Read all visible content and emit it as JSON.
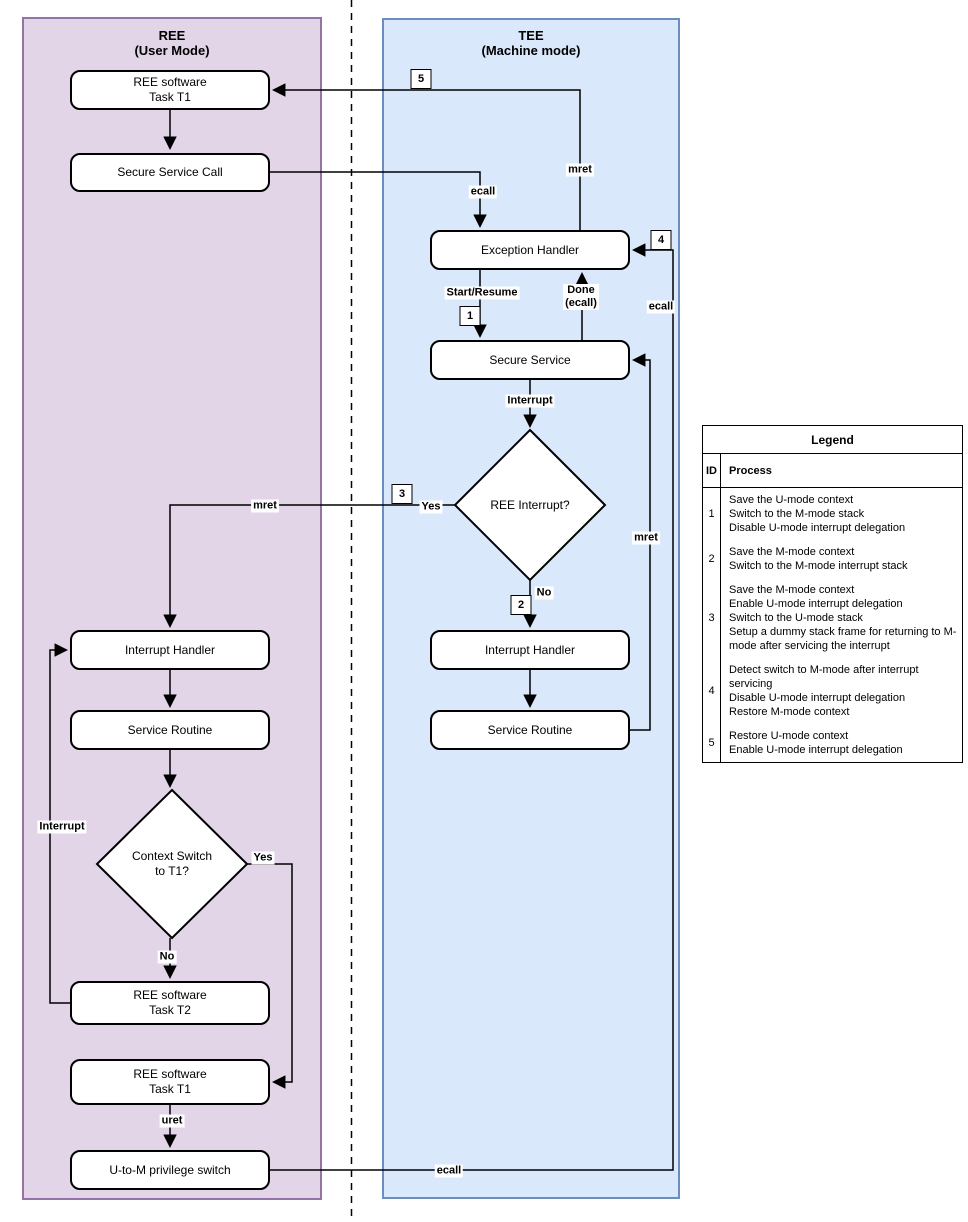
{
  "panels": {
    "ree": {
      "title": "REE\n(User Mode)"
    },
    "tee": {
      "title": "TEE\n(Machine mode)"
    }
  },
  "nodes": {
    "ree_task_t1_top": "REE software\nTask T1",
    "secure_service_call": "Secure Service Call",
    "ree_interrupt_handler": "Interrupt Handler",
    "ree_service_routine": "Service Routine",
    "context_switch_q": "Context Switch\nto T1?",
    "ree_task_t2": "REE software\nTask T2",
    "ree_task_t1_bottom": "REE software\nTask T1",
    "u_to_m_switch": "U-to-M privilege switch",
    "exception_handler": "Exception Handler",
    "secure_service": "Secure Service",
    "ree_interrupt_q": "REE Interrupt?",
    "tee_interrupt_handler": "Interrupt Handler",
    "tee_service_routine": "Service Routine"
  },
  "edge_labels": {
    "ecall_top": "ecall",
    "mret_top": "mret",
    "start_resume": "Start/Resume",
    "done_ecall": "Done\n(ecall)",
    "ecall_right": "ecall",
    "interrupt_tee": "Interrupt",
    "yes_tee": "Yes",
    "mret_left": "mret",
    "mret_right": "mret",
    "no_tee": "No",
    "interrupt_ree": "Interrupt",
    "yes_ree": "Yes",
    "no_ree": "No",
    "uret": "uret",
    "ecall_bottom": "ecall"
  },
  "badges": {
    "b1": "1",
    "b2": "2",
    "b3": "3",
    "b4": "4",
    "b5": "5"
  },
  "legend": {
    "title": "Legend",
    "col_id": "ID",
    "col_process": "Process",
    "rows": [
      {
        "id": "1",
        "lines": [
          "Save the U-mode context",
          "Switch to the M-mode stack",
          "Disable U-mode interrupt delegation"
        ]
      },
      {
        "id": "2",
        "lines": [
          "Save the M-mode context",
          "Switch to the M-mode interrupt stack"
        ]
      },
      {
        "id": "3",
        "lines": [
          "Save the M-mode context",
          "Enable U-mode interrupt delegation",
          "Switch to the U-mode stack",
          "Setup a dummy stack frame for returning to M-mode after servicing the interrupt"
        ]
      },
      {
        "id": "4",
        "lines": [
          "Detect switch to M-mode after interrupt servicing",
          "Disable U-mode interrupt delegation",
          "Restore M-mode context"
        ]
      },
      {
        "id": "5",
        "lines": [
          "Restore U-mode context",
          "Enable U-mode interrupt delegation"
        ]
      }
    ]
  },
  "colors": {
    "ree_fill": "#E1D5E7",
    "ree_border": "#9673A6",
    "tee_fill": "#DAE8FC",
    "tee_border": "#6C8EBF",
    "line": "#000000"
  }
}
